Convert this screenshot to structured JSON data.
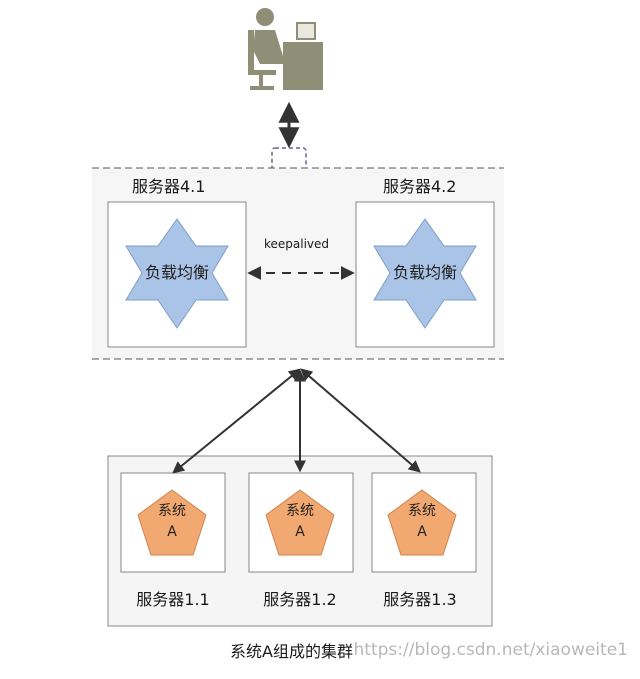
{
  "top_servers": [
    {
      "name": "服务器4.1",
      "role": "负载均衡"
    },
    {
      "name": "服务器4.2",
      "role": "负载均衡"
    }
  ],
  "link_label": "keepalived",
  "cluster": {
    "nodes": [
      {
        "system": "系统",
        "letter": "A",
        "name": "服务器1.1"
      },
      {
        "system": "系统",
        "letter": "A",
        "name": "服务器1.2"
      },
      {
        "system": "系统",
        "letter": "A",
        "name": "服务器1.3"
      }
    ],
    "caption": "系统A组成的集群"
  },
  "watermark": "https://blog.csdn.net/xiaoweite1",
  "colors": {
    "star_fill": "#a9c4e6",
    "star_stroke": "#7f9fc9",
    "pentagon_fill": "#f2a971",
    "pentagon_stroke": "#d0834a",
    "user_icon": "#8f8f77",
    "arrow": "#333333",
    "box_stroke": "#888888",
    "vip_stroke": "#6f5a99"
  },
  "icons": [
    "user-at-desk-icon"
  ]
}
